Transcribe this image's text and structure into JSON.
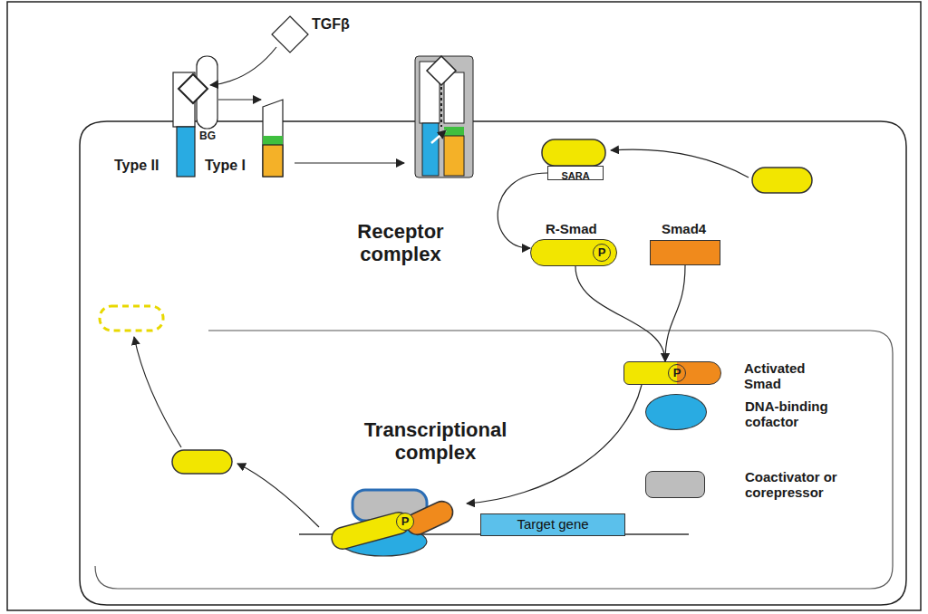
{
  "diagram": {
    "nodes": [
      {
        "text": [
          "SARA"
        ]
      },
      {
        "text": [
          "R-Smad",
          "P"
        ]
      },
      {
        "text": [
          "Smad4"
        ]
      },
      {
        "text": [
          "P",
          "Activated Smad"
        ]
      },
      {
        "text": [
          "P"
        ]
      },
      {
        "text": [
          "Target gene"
        ]
      }
    ],
    "edges": [
      {
        "from": 0,
        "to": 1,
        "arrow": "to"
      },
      {
        "from": 1,
        "to": 3,
        "arrow": "to"
      },
      {
        "from": 2,
        "to": 3,
        "arrow": "to"
      },
      {
        "from": 3,
        "to": 4,
        "arrow": "to"
      }
    ],
    "labels": [
      "TGFβ",
      "BG",
      "Type II",
      "Type I",
      "Receptor complex",
      "Transcriptional complex"
    ],
    "legend": [
      {
        "text": "DNA-binding cofactor",
        "color": "#29abe2"
      },
      {
        "text": "Coactivator or corepressor",
        "color": "#bdbdbd"
      }
    ]
  }
}
